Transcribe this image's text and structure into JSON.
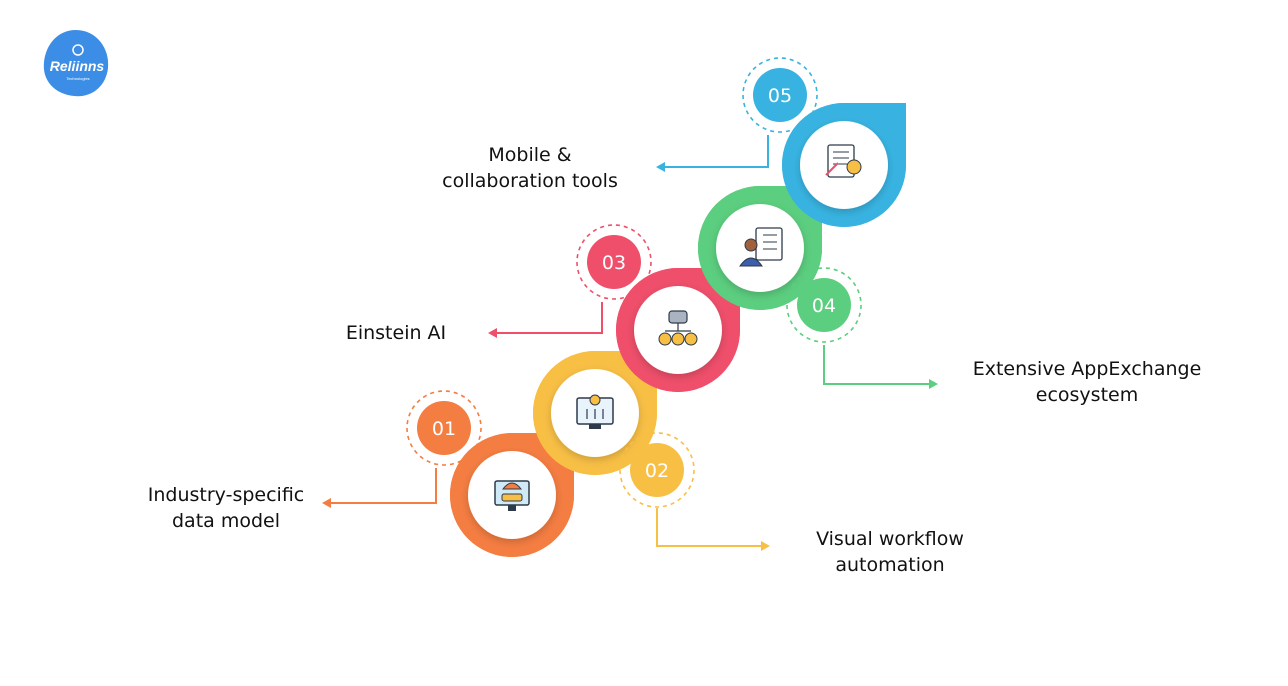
{
  "brand": {
    "name": "Reliinns",
    "tagline": "Technologies",
    "color": "#3b8de6"
  },
  "steps": [
    {
      "number": "01",
      "title_lines": [
        "Industry-specific",
        "data model"
      ],
      "color": "#f47d42",
      "icon": "car-umbrella-monitor-icon"
    },
    {
      "number": "02",
      "title_lines": [
        "Visual workflow",
        "automation"
      ],
      "color": "#f8bf45",
      "icon": "workflow-monitor-icon"
    },
    {
      "number": "03",
      "title_lines": [
        "Einstein AI"
      ],
      "color": "#ef4f6b",
      "icon": "robot-coins-icon"
    },
    {
      "number": "04",
      "title_lines": [
        "Extensive AppExchange",
        "ecosystem"
      ],
      "color": "#5cce7f",
      "icon": "checklist-person-icon"
    },
    {
      "number": "05",
      "title_lines": [
        "Mobile &",
        "collaboration tools"
      ],
      "color": "#38b3e1",
      "icon": "document-contract-icon"
    }
  ]
}
